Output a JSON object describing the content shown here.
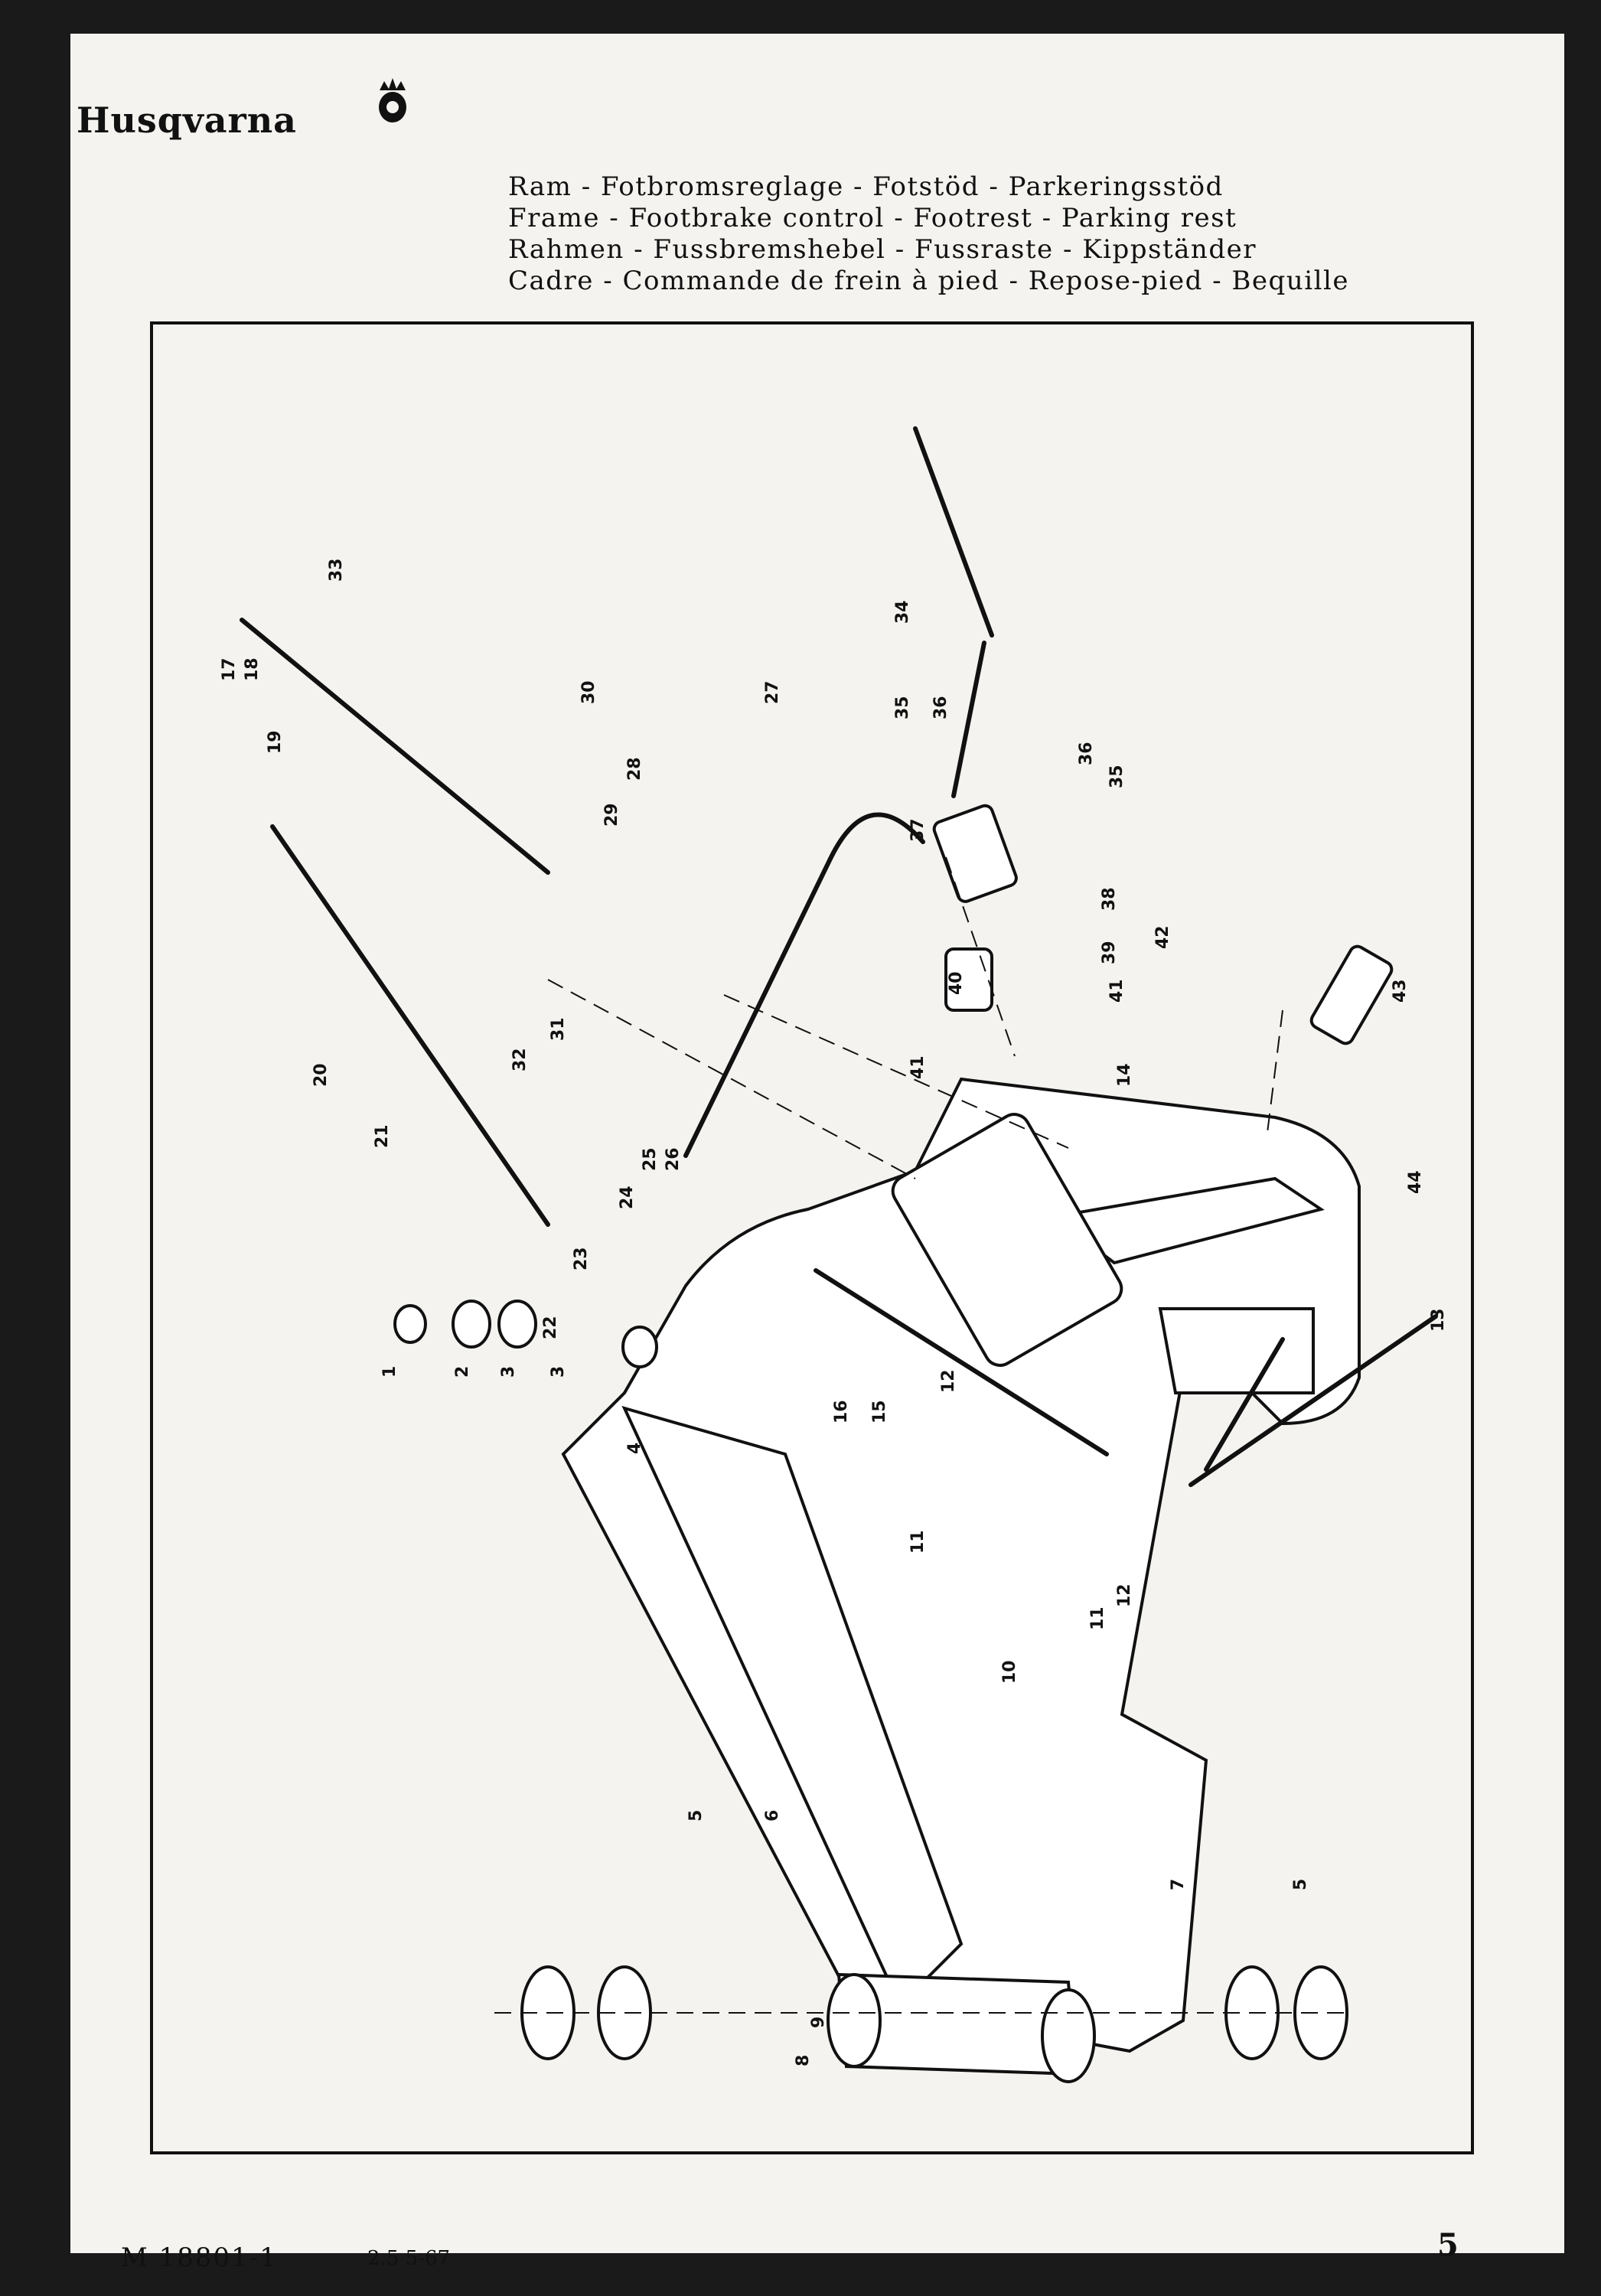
{
  "header": {
    "brand": "Husqvarna",
    "titles": [
      "Ram - Fotbromsreglage - Fotstöd - Parkeringsstöd",
      "Frame - Footbrake control - Footrest - Parking rest",
      "Rahmen - Fussbremshebel - Fussraste - Kippständer",
      "Cadre - Commande de frein à pied - Repose-pied - Bequille"
    ]
  },
  "callouts": [
    "1",
    "2",
    "3",
    "3",
    "4",
    "5",
    "6",
    "7",
    "5",
    "8",
    "9",
    "10",
    "11",
    "12",
    "11",
    "12",
    "13",
    "14",
    "15",
    "16",
    "17",
    "18",
    "19",
    "20",
    "21",
    "22",
    "23",
    "24",
    "25",
    "26",
    "27",
    "28",
    "29",
    "30",
    "31",
    "32",
    "33",
    "34",
    "35",
    "36",
    "36",
    "35",
    "37",
    "38",
    "39",
    "40",
    "41",
    "41",
    "42",
    "43",
    "44"
  ],
  "footer": {
    "doc_number": "M 18801-1",
    "date": "2.5 5-67",
    "page": "5"
  }
}
